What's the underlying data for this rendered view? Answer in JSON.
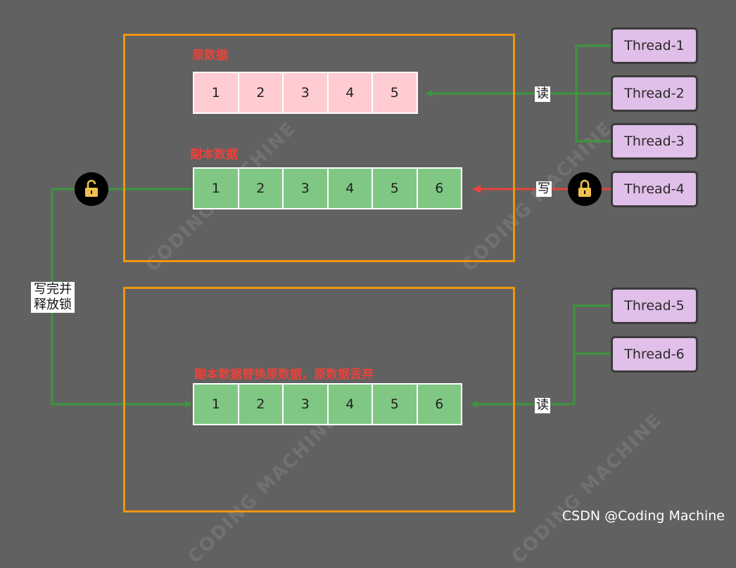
{
  "top_section": {
    "original_label": "原数据",
    "original_cells": [
      "1",
      "2",
      "3",
      "4",
      "5"
    ],
    "copy_label": "副本数据",
    "copy_cells": [
      "1",
      "2",
      "3",
      "4",
      "5",
      "6"
    ]
  },
  "bottom_section": {
    "label": "副本数据替换原数据，原数据丢弃",
    "cells": [
      "1",
      "2",
      "3",
      "4",
      "5",
      "6"
    ]
  },
  "threads": [
    "Thread-1",
    "Thread-2",
    "Thread-3",
    "Thread-4",
    "Thread-5",
    "Thread-6"
  ],
  "edge_labels": {
    "read_top": "读",
    "write": "写",
    "release": "写完并释放锁",
    "read_bottom": "读"
  },
  "watermark": "CODING MACHINE",
  "credit": "CSDN @Coding Machine",
  "colors": {
    "background": "#616161",
    "frame": "#f0960f",
    "read_arrow": "#3c963c",
    "write_arrow": "#e8433b",
    "original_cell": "#ffccd1",
    "copy_cell": "#80c784",
    "thread_box": "#e0bfe8",
    "lock_icon": "#f0c050"
  },
  "icons": [
    "lock-icon",
    "unlock-icon"
  ]
}
